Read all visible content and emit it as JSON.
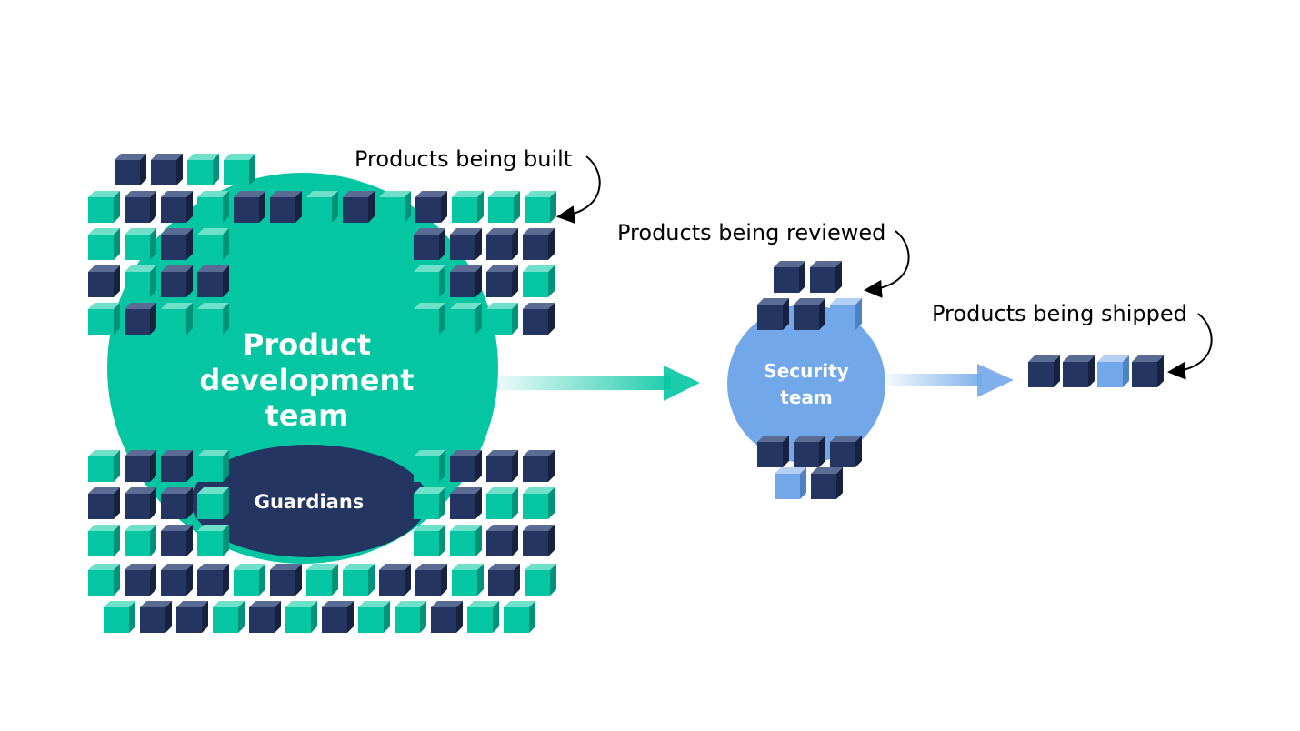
{
  "labels": {
    "built": "Products being built",
    "reviewed": "Products being reviewed",
    "shipped": "Products being shipped"
  },
  "teams": {
    "product_dev": [
      "Product",
      "development",
      "team"
    ],
    "guardians": "Guardians",
    "security": [
      "Security",
      "team"
    ]
  },
  "colors": {
    "teal": "#04C6A3",
    "navy": "#233560",
    "light_blue": "#72A8EA",
    "background": "#FFFFFF",
    "text": "#000000"
  },
  "icons": [
    "cube-icon",
    "curved-arrow-icon",
    "flow-arrow-icon"
  ]
}
